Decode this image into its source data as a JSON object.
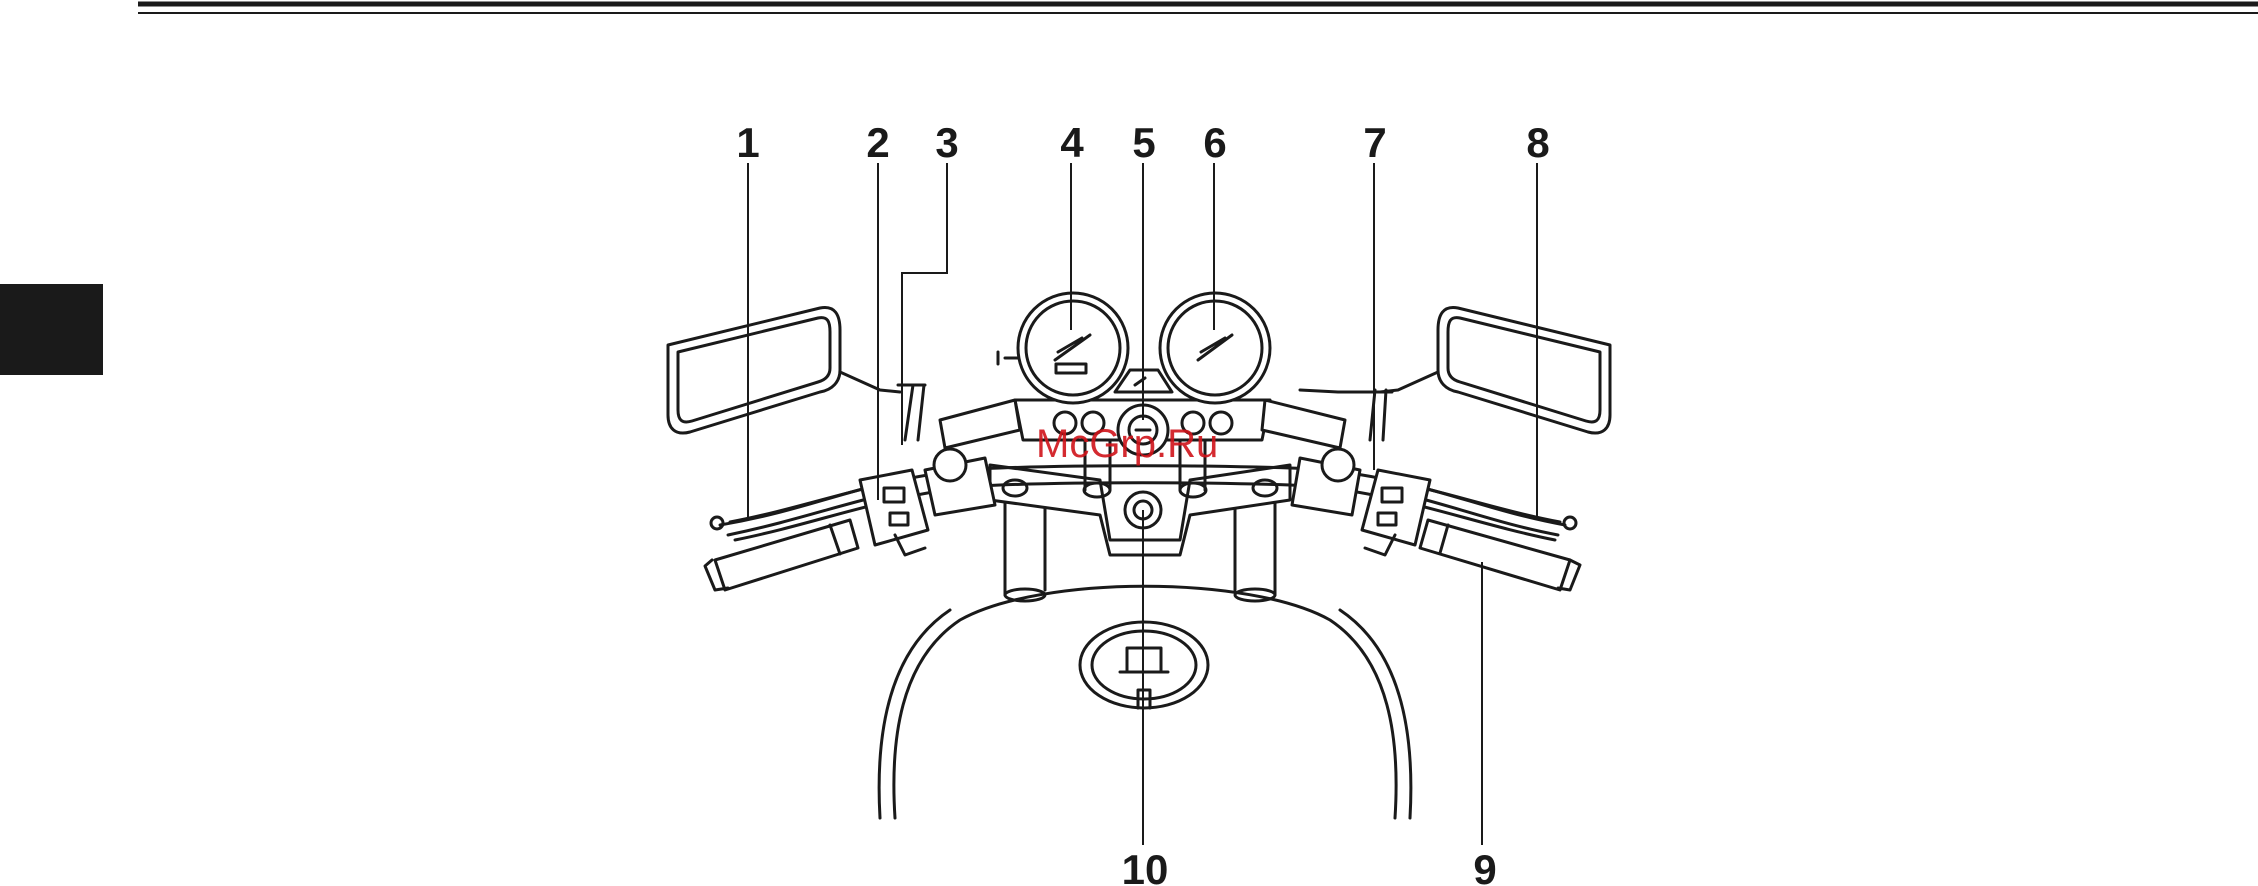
{
  "figure": {
    "callouts": [
      "1",
      "2",
      "3",
      "4",
      "5",
      "6",
      "7",
      "8",
      "9",
      "10"
    ]
  },
  "watermark": {
    "text": "McGrp.Ru",
    "color": "#d0141a"
  },
  "colors": {
    "ink": "#1a1a1a",
    "tab": "#1a1a1a",
    "background": "#ffffff"
  }
}
